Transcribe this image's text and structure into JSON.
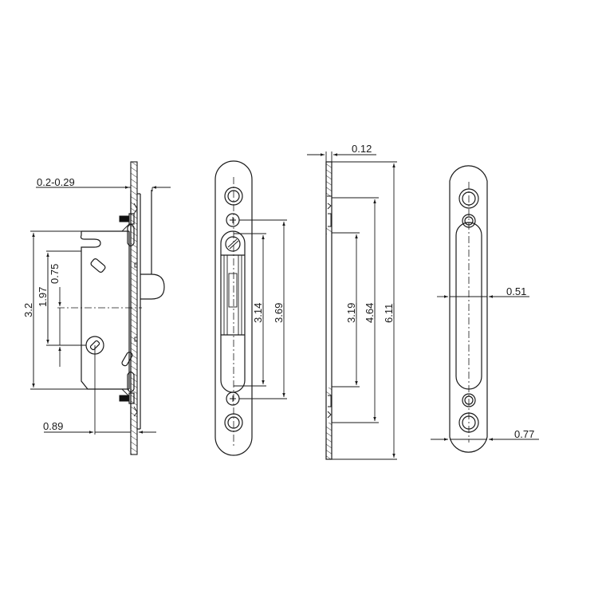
{
  "views": {
    "lock_side": {
      "label": "mortise-lock-side-view",
      "dimensions": {
        "faceplate_thickness": "0.2-0.29",
        "overall_height": "3.2",
        "hook_to_center": "1.97",
        "slot_offset": "0.75",
        "backset": "0.89"
      }
    },
    "faceplate_front": {
      "label": "faceplate-front-view",
      "dimensions": {
        "slot_length": "3.14",
        "screw_spacing": "3.69"
      }
    },
    "strike_side": {
      "label": "strike-plate-side-view",
      "dimensions": {
        "thickness": "0.12",
        "inner_spacing": "3.19",
        "mid_spacing": "4.64",
        "overall_length": "6.11"
      }
    },
    "strike_front": {
      "label": "strike-plate-front-view",
      "dimensions": {
        "slot_width": "0.51",
        "plate_width": "0.77"
      }
    }
  },
  "colors": {
    "line": "#1a1a1a",
    "background": "#ffffff"
  }
}
